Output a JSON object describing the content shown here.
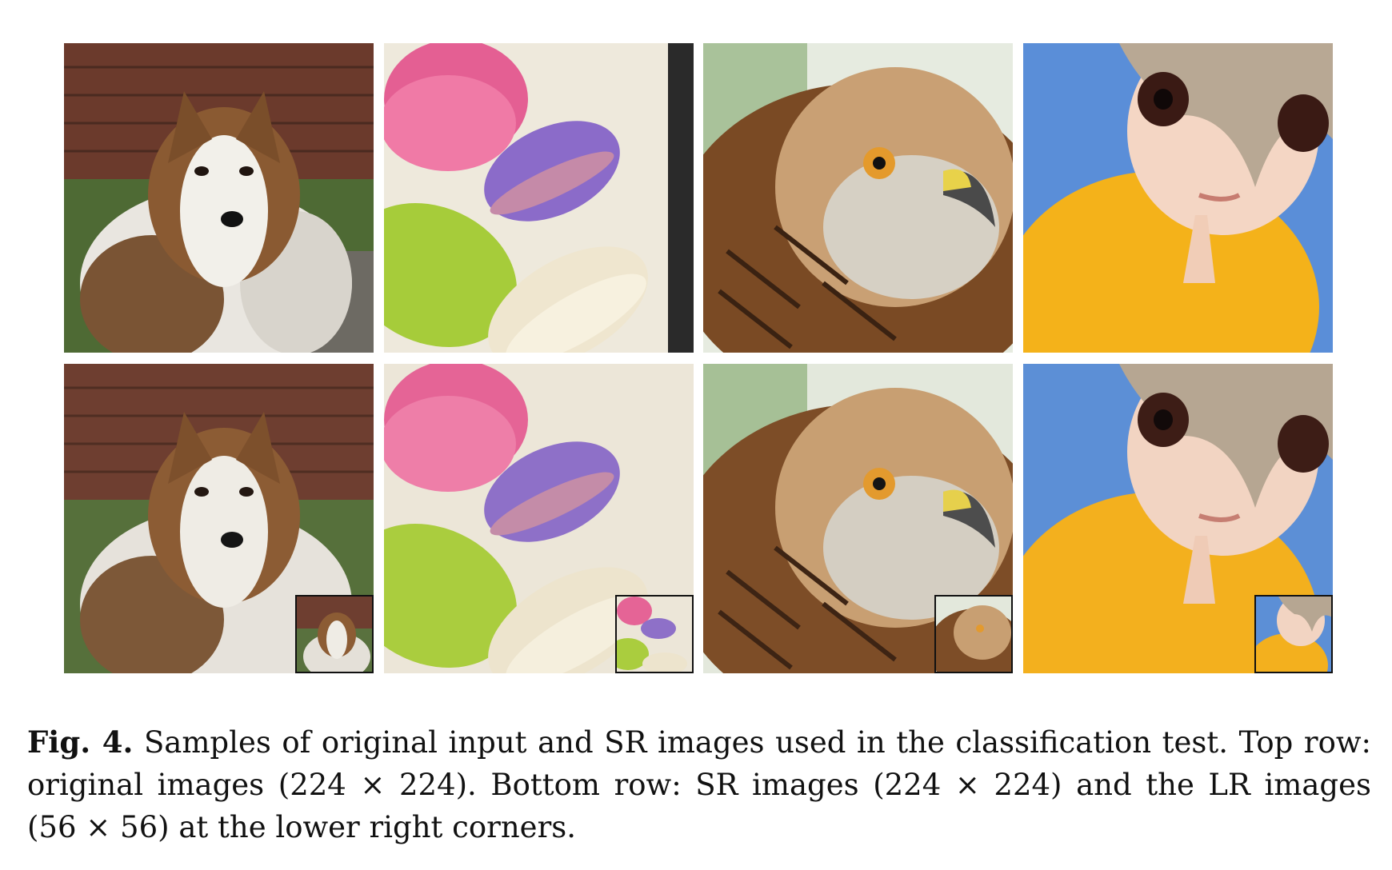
{
  "figure": {
    "rows": [
      {
        "row_id": "top",
        "tiles": [
          {
            "subject": "sheltie-dog",
            "inset": false
          },
          {
            "subject": "macarons",
            "inset": false
          },
          {
            "subject": "kite-bird",
            "inset": false
          },
          {
            "subject": "doll",
            "inset": false
          }
        ]
      },
      {
        "row_id": "bottom",
        "tiles": [
          {
            "subject": "sheltie-dog",
            "inset": true
          },
          {
            "subject": "macarons",
            "inset": true
          },
          {
            "subject": "kite-bird",
            "inset": true
          },
          {
            "subject": "doll",
            "inset": true
          }
        ]
      }
    ],
    "colors": {
      "inset_border": "#111111",
      "background": "#ffffff"
    }
  },
  "caption": {
    "label": "Fig. 4.",
    "line1_rest": " Samples of original input and SR images used in the classification test. Top row:",
    "line2": "original images (224 × 224). Bottom row: SR images (224 × 224) and the LR images",
    "line3": "(56 × 56) at the lower right corners."
  }
}
